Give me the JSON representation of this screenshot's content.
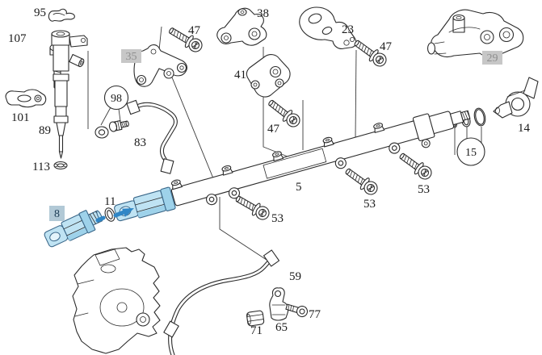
{
  "palette": {
    "background": "#ffffff",
    "line": "#2b2b2b",
    "highlight_fill": "#bfe3f3",
    "highlight_shade": "#9ed2ea",
    "highlight_stroke": "#3b688a",
    "arrow_blue": "#2f86c6",
    "label_dimmed_bg": "#c7c7c7",
    "label_dimmed_text": "#8e8e8e",
    "label_selected_bg": "#b2c9d6",
    "label_selected_text": "#1c3c55"
  },
  "highlighted_callouts": [
    "35",
    "29",
    "8"
  ],
  "callouts": {
    "wire_clip": "95",
    "injector_bolt": "107",
    "injector_clamp": "101",
    "fuel_injector": "89",
    "injector_seal": "113",
    "detail_circle_a": "98",
    "injector_pipe": "83",
    "bracket_a": "35",
    "bolt_a": "47",
    "bracket_b": "38",
    "bracket_c": "41",
    "bolt_b": "47",
    "bracket_d": "23",
    "bolt_c": "47",
    "inlet_fitting": "29",
    "pressure_valve": "14",
    "detail_circle_b": "15",
    "fuel_rail": "5",
    "sensor_seal": "11",
    "pressure_sensor": "8",
    "rail_bolt_1": "53",
    "rail_bolt_2": "53",
    "rail_bolt_3": "53",
    "pump_pipe": "59",
    "rubber_sleeve": "71",
    "pipe_clamp": "65",
    "clamp_bolt": "77"
  }
}
